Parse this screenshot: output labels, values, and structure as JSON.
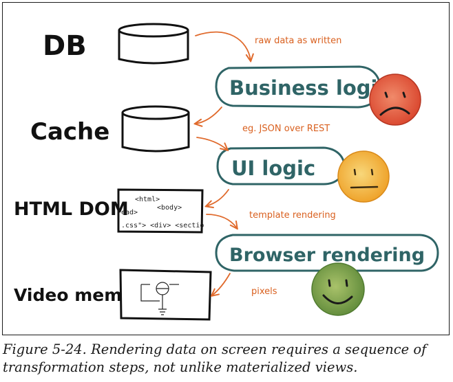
{
  "layers": {
    "db": "DB",
    "cache": "Cache",
    "html_dom": "HTML DOM",
    "video_mem": "Video mem"
  },
  "processes": {
    "business_logic": "Business logic",
    "ui_logic": "UI logic",
    "browser_rendering": "Browser rendering"
  },
  "notes": {
    "raw_data": "raw data as written",
    "json_rest": "eg. JSON over REST",
    "template_rendering": "template rendering",
    "pixels": "pixels"
  },
  "dom_sketch": {
    "line1": "<html>",
    "line2a": "ead>",
    "line2b": "<body>",
    "line3": ".css\"> <div> <sectio"
  },
  "faces": {
    "business_logic": "sad-face-icon",
    "ui_logic": "neutral-face-icon",
    "browser_rendering": "happy-face-icon"
  },
  "colors": {
    "sad": "#e4573b",
    "neutral": "#f2b43a",
    "happy": "#7aa24a",
    "arrow": "#e06a2c",
    "bubble": "#2f6466"
  },
  "caption": "Figure 5-24. Rendering data on screen requires a sequence of transformation steps, not unlike materialized views."
}
